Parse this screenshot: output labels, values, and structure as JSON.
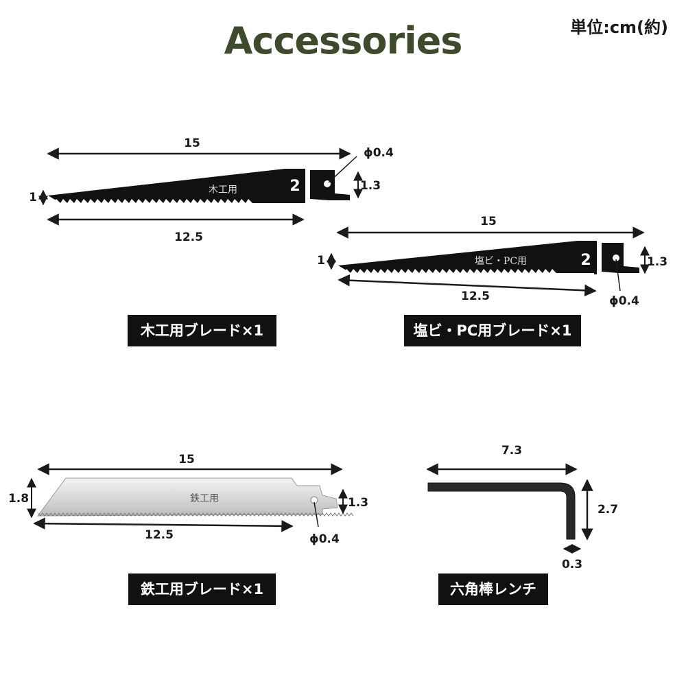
{
  "title": "Accessories",
  "unit": "単位:cm(約)",
  "accent": "#3d4a2b",
  "items": [
    {
      "label": "木工用ブレード×1",
      "blade_text": "木工用",
      "badge": "2",
      "dims": {
        "total": "15",
        "blade": "12.5",
        "height": "1",
        "tang": "1.3",
        "hole": "ϕ0.4"
      }
    },
    {
      "label": "塩ビ・PC用ブレード×1",
      "blade_text": "塩ビ・PC用",
      "badge": "2",
      "dims": {
        "total": "15",
        "blade": "12.5",
        "height": "1",
        "tang": "1.3",
        "hole": "ϕ0.4"
      }
    },
    {
      "label": "鉄工用ブレード×1",
      "blade_text": "鉄工用",
      "dims": {
        "total": "15",
        "blade": "12.5",
        "height": "1.8",
        "tang": "1.3",
        "hole": "ϕ0.4"
      }
    },
    {
      "label": "六角棒レンチ",
      "dims": {
        "length": "7.3",
        "height": "2.7",
        "thickness": "0.3"
      }
    }
  ]
}
